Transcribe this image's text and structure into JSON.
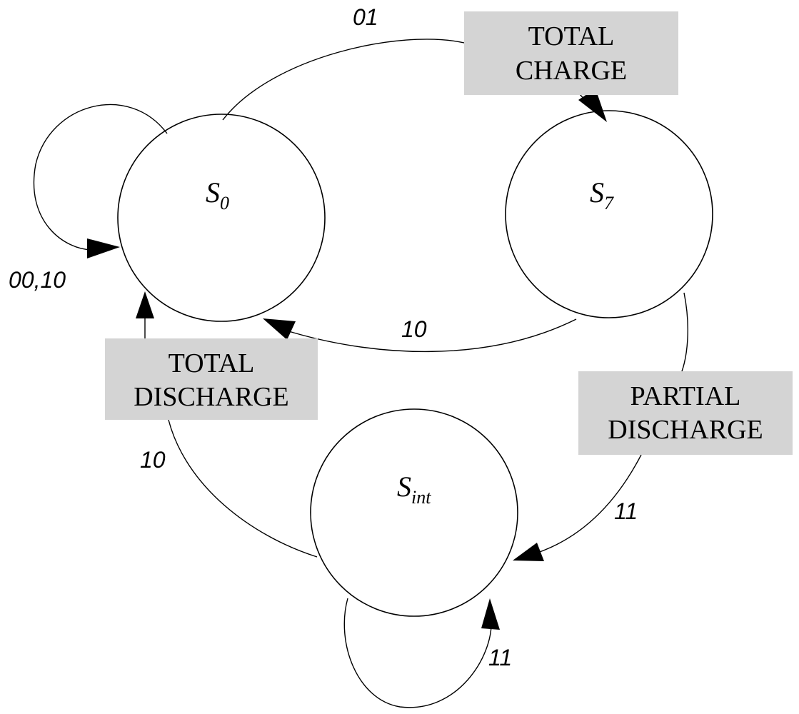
{
  "states": {
    "s0": {
      "base": "S",
      "sub": "0"
    },
    "s7": {
      "base": "S",
      "sub": "7"
    },
    "sint": {
      "base": "S",
      "sub": "int"
    }
  },
  "transitions": {
    "s0_self": "00,10",
    "s0_to_s7": "01",
    "s7_to_s0": "10",
    "s7_to_sint": "11",
    "sint_to_s0": "10",
    "sint_self": "11"
  },
  "actions": {
    "total_charge": [
      "TOTAL",
      "CHARGE"
    ],
    "total_discharge": [
      "TOTAL",
      "DISCHARGE"
    ],
    "partial_discharge": [
      "PARTIAL",
      "DISCHARGE"
    ]
  },
  "colors": {
    "box_fill": "#d4d4d4",
    "line": "#000000"
  }
}
